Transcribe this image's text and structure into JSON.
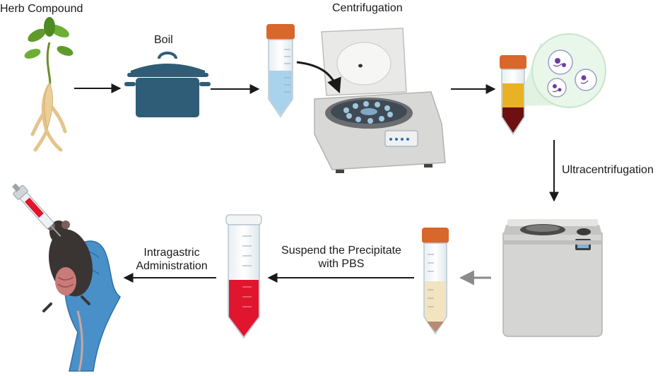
{
  "labels": {
    "herb": "Herb Compound",
    "boil": "Boil",
    "centrifugation": "Centrifugation",
    "ultracentrifugation": "Ultracentrifugation",
    "suspend_line1": "Suspend the Precipitate",
    "suspend_line2": "with PBS",
    "intragastric_line1": "Intragastric",
    "intragastric_line2": "Administration"
  },
  "colors": {
    "arrow": "#1a1a1a",
    "pot": "#2f5d78",
    "tube_cap": "#d9662a",
    "blue_liquid": "#a9d2ec",
    "red_liquid": "#e0152e",
    "yellow_liquid": "#e8b224",
    "dark_red_pellet": "#6e0f12",
    "cream_liquid": "#f1e4bf",
    "glove": "#4a90c8",
    "mouse": "#3a3533",
    "machine_grey": "#d8d8d6"
  },
  "icons": [
    "ginseng-root-icon",
    "cooking-pot-icon",
    "conical-tube-icon",
    "centrifuge-icon",
    "vesicle-magnifier-icon",
    "ultracentrifuge-icon",
    "mouse-gavage-icon"
  ]
}
